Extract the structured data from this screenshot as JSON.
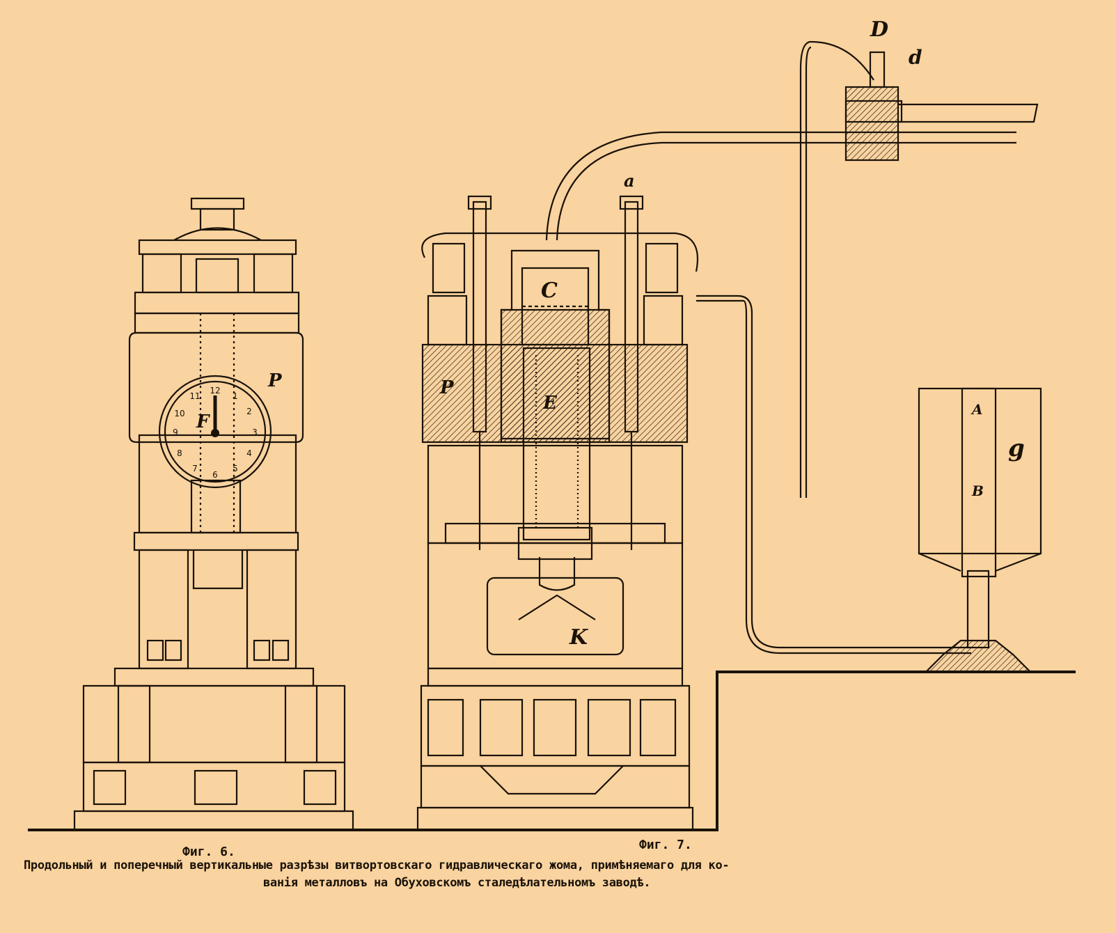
{
  "labels": {
    "D": "D",
    "d": "d",
    "a": "a",
    "C": "C",
    "E": "E",
    "P_fig6": "P",
    "P_fig7": "P",
    "F": "F",
    "K": "K",
    "A": "A",
    "B": "B",
    "g": "g"
  },
  "clock_numbers": [
    "12",
    "1",
    "2",
    "3",
    "4",
    "5",
    "6",
    "7",
    "8",
    "9",
    "10",
    "11"
  ],
  "caption": {
    "fig6": "Фиг. 6.",
    "fig7": "Фиг. 7.",
    "line1": "Продольный и поперечный вертикальные разрѣзы витвортовскаго гидравлическаго жома, примѣняемаго для ко-",
    "line2": "ванія металловъ на Обуховскомъ сталедѣлательномъ заводѣ."
  },
  "colors": {
    "paper": "#f9d3a0",
    "ink": "#1a1208"
  }
}
